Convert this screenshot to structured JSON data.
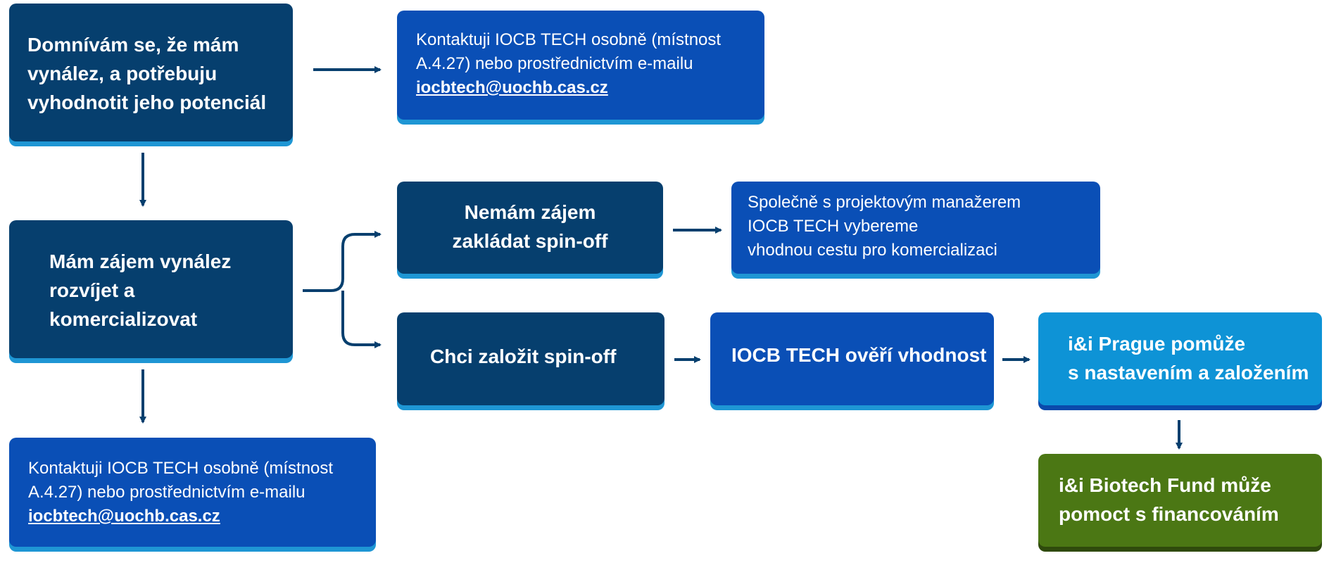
{
  "boxes": {
    "start": {
      "lines": [
        "Domnívám se, že mám",
        "vynález, a potřebuju",
        "vyhodnotit jeho potenciál"
      ]
    },
    "contact_top": {
      "lines": [
        "Kontaktuji IOCB TECH osobně (místnost",
        "A.4.27) nebo prostřednictvím e-mailu"
      ],
      "email": "iocbtech@uochb.cas.cz"
    },
    "develop": {
      "lines": [
        "Mám zájem vynález",
        "rozvíjet a",
        "komercializovat"
      ]
    },
    "no_spinoff": {
      "lines": [
        "Nemám zájem",
        "zakládat spin-off"
      ]
    },
    "manager": {
      "lines": [
        "Společně s projektovým manažerem",
        "IOCB TECH vybereme",
        "vhodnou cestu pro komercializaci"
      ]
    },
    "spinoff": {
      "lines": [
        "Chci založit spin-off"
      ]
    },
    "verify": {
      "lines": [
        "IOCB TECH ověří vhodnost"
      ]
    },
    "prague": {
      "lines": [
        "i&i Prague pomůže",
        "s nastavením a založením"
      ]
    },
    "fund": {
      "lines": [
        "i&i Biotech Fund může",
        "pomoct s financováním"
      ]
    },
    "contact_bottom": {
      "lines": [
        "Kontaktuji IOCB TECH osobně (místnost",
        "A.4.27) nebo prostřednictvím e-mailu"
      ],
      "email": "iocbtech@uochb.cas.cz"
    }
  },
  "colors": {
    "dark_blue": "#063f6e",
    "medium_blue": "#0a4fb6",
    "light_blue": "#0e93d6",
    "green": "#4b7714",
    "accent": "#1e96d4",
    "arrow": "#063f6e"
  }
}
